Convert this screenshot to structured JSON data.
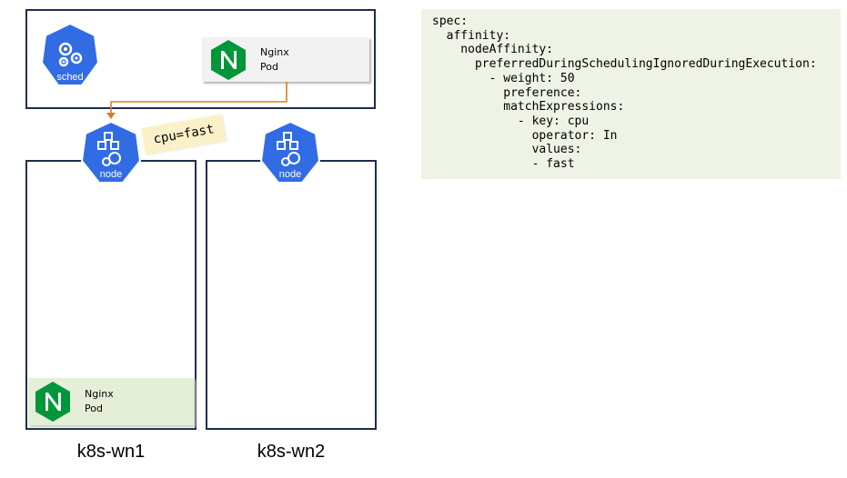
{
  "scheduler": {
    "icon_label": "sched"
  },
  "pending_pod": {
    "name": "Nginx",
    "kind": "Pod"
  },
  "node_label_tag": "cpu=fast",
  "nodes": [
    {
      "icon_label": "node",
      "name": "k8s-wn1",
      "pod": {
        "name": "Nginx",
        "kind": "Pod"
      }
    },
    {
      "icon_label": "node",
      "name": "k8s-wn2"
    }
  ],
  "yaml_lines": [
    "spec:",
    "  affinity:",
    "    nodeAffinity:",
    "      preferredDuringSchedulingIgnoredDuringExecution:",
    "        - weight: 50",
    "          preference:",
    "          matchExpressions:",
    "            - key: cpu",
    "              operator: In",
    "              values:",
    "              - fast"
  ],
  "colors": {
    "k8s_blue": "#326ce5",
    "nginx_green": "#009639",
    "arrow_orange": "#e07b22",
    "box_border": "#1f2d4d",
    "code_bg": "#eef3e6",
    "tag_bg": "#fbf1c9",
    "pod_bg_pending": "#f2f2f2",
    "pod_bg_scheduled": "#e5efd8"
  },
  "icons": [
    "k8s-scheduler-icon",
    "k8s-node-icon",
    "nginx-logo-icon"
  ]
}
